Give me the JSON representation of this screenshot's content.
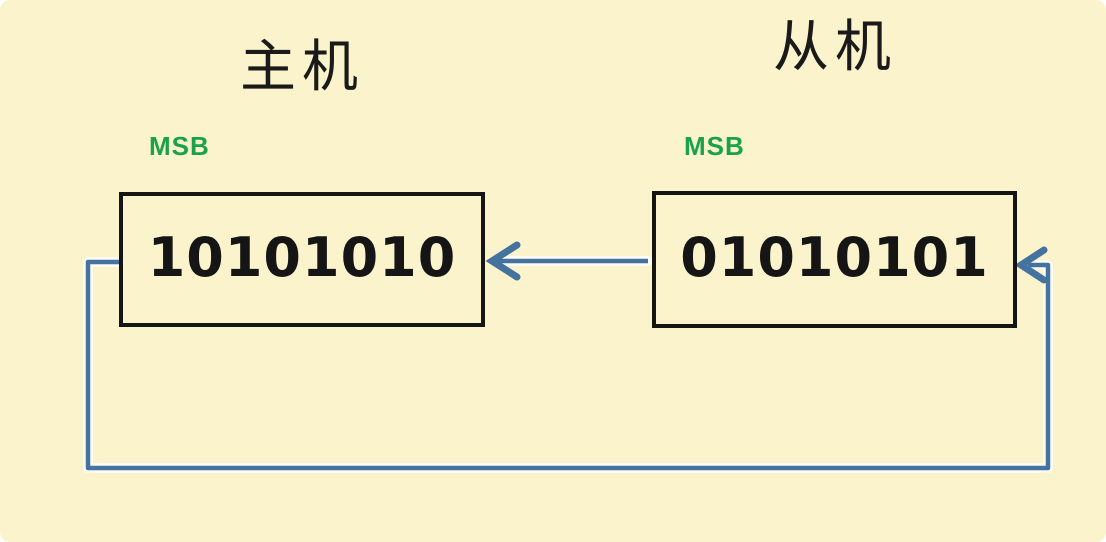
{
  "diagram": {
    "description_type": "spi-ring-shift-diagram",
    "master": {
      "title": "主机",
      "msb_label": "MSB",
      "register_bits": "10101010"
    },
    "slave": {
      "title": "从机",
      "msb_label": "MSB",
      "register_bits": "01010101"
    },
    "wires": {
      "slave_to_master_arrow": "arrow pointing left from slave box into master box",
      "loop_wire": "wire from master left edge down, across bottom, up into slave right edge"
    }
  },
  "colors": {
    "background": "#faf3cb",
    "box_border": "#151515",
    "bit_text": "#151515",
    "title_text": "#1a1a1a",
    "msb_green": "#1aa24b",
    "wire_blue": "#44739f"
  }
}
